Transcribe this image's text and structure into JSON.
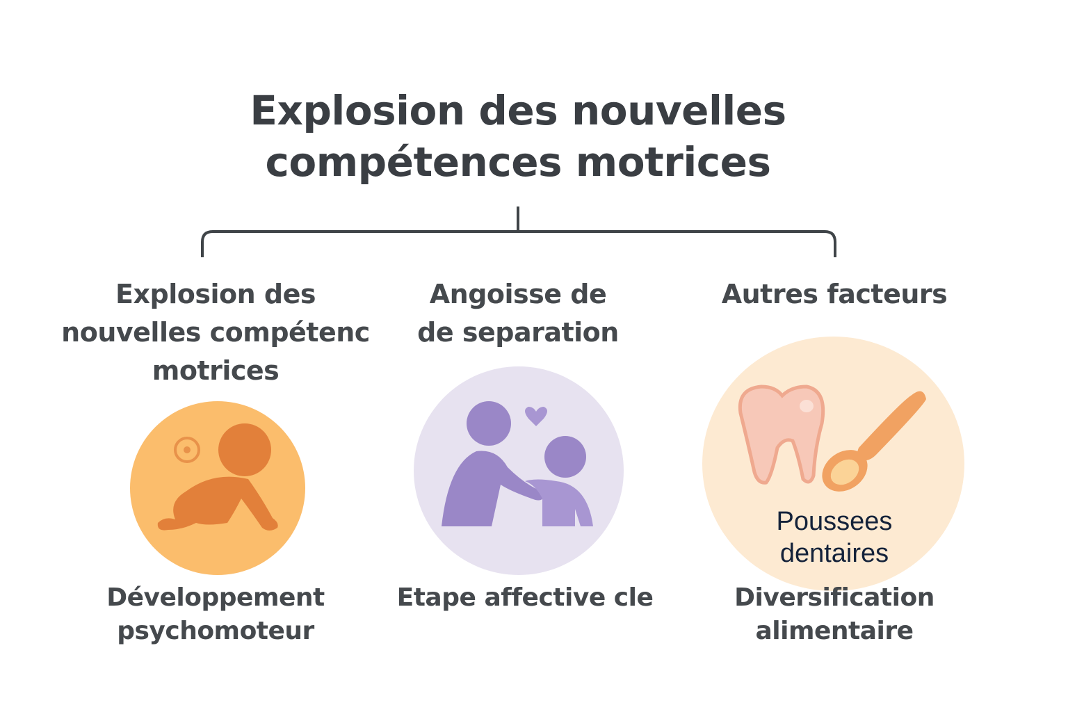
{
  "title": "Explosion des nouvelles compétences motrices",
  "branches": [
    {
      "heading": "Explosion des nouvelles compétenc motrices",
      "icon": "crawling-baby-icon",
      "caption": "Développement psychomoteur",
      "color": "#fbbd6c"
    },
    {
      "heading": "Angoisse de de separation",
      "icon": "parent-child-icon",
      "caption": "Etape affective cle",
      "color": "#e7e2f0"
    },
    {
      "heading": "Autres facteurs",
      "icon": "tooth-spoon-icon",
      "inner_label": "Poussees dentaires",
      "caption": "Diversification alimentaire",
      "color": "#fdead2"
    }
  ]
}
